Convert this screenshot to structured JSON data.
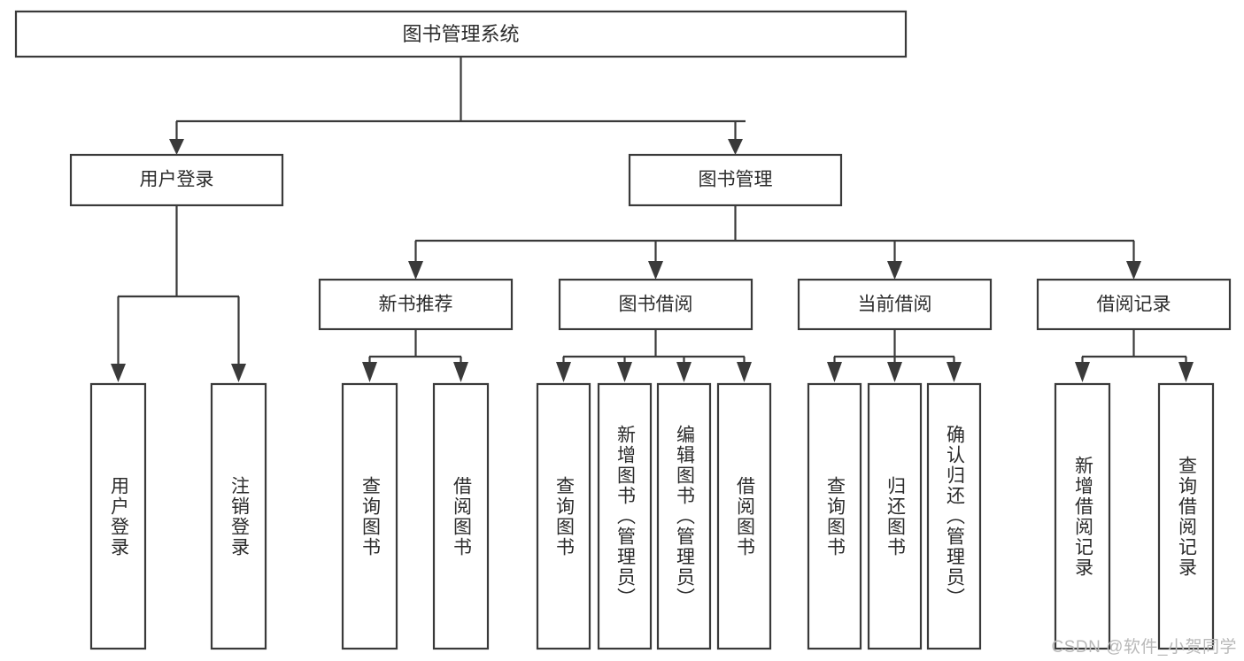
{
  "diagram": {
    "type": "tree",
    "title": "图书管理系统",
    "orientation": "top-down",
    "colors": {
      "stroke": "#3a3a3a",
      "box_fill": "#ffffff",
      "text": "#2b2b2b",
      "background": "#ffffff",
      "watermark": "#b9b9b9"
    }
  },
  "root": {
    "label": "图书管理系统"
  },
  "level1": [
    {
      "label": "用户登录"
    },
    {
      "label": "图书管理"
    }
  ],
  "level2": [
    {
      "label": "新书推荐"
    },
    {
      "label": "图书借阅"
    },
    {
      "label": "当前借阅"
    },
    {
      "label": "借阅记录"
    }
  ],
  "leaves": {
    "user_login": [
      {
        "label": "用户登录"
      },
      {
        "label": "注销登录"
      }
    ],
    "new_book_recommend": [
      {
        "label": "查询图书"
      },
      {
        "label": "借阅图书"
      }
    ],
    "book_borrow": [
      {
        "label": "查询图书"
      },
      {
        "label": "新增图书（管理员）"
      },
      {
        "label": "编辑图书（管理员）"
      },
      {
        "label": "借阅图书"
      }
    ],
    "current_borrow": [
      {
        "label": "查询图书"
      },
      {
        "label": "归还图书"
      },
      {
        "label": "确认归还（管理员）"
      }
    ],
    "borrow_record": [
      {
        "label": "新增借阅记录"
      },
      {
        "label": "查询借阅记录"
      }
    ]
  },
  "watermark": {
    "text": "CSDN @软件_小贺同学"
  }
}
